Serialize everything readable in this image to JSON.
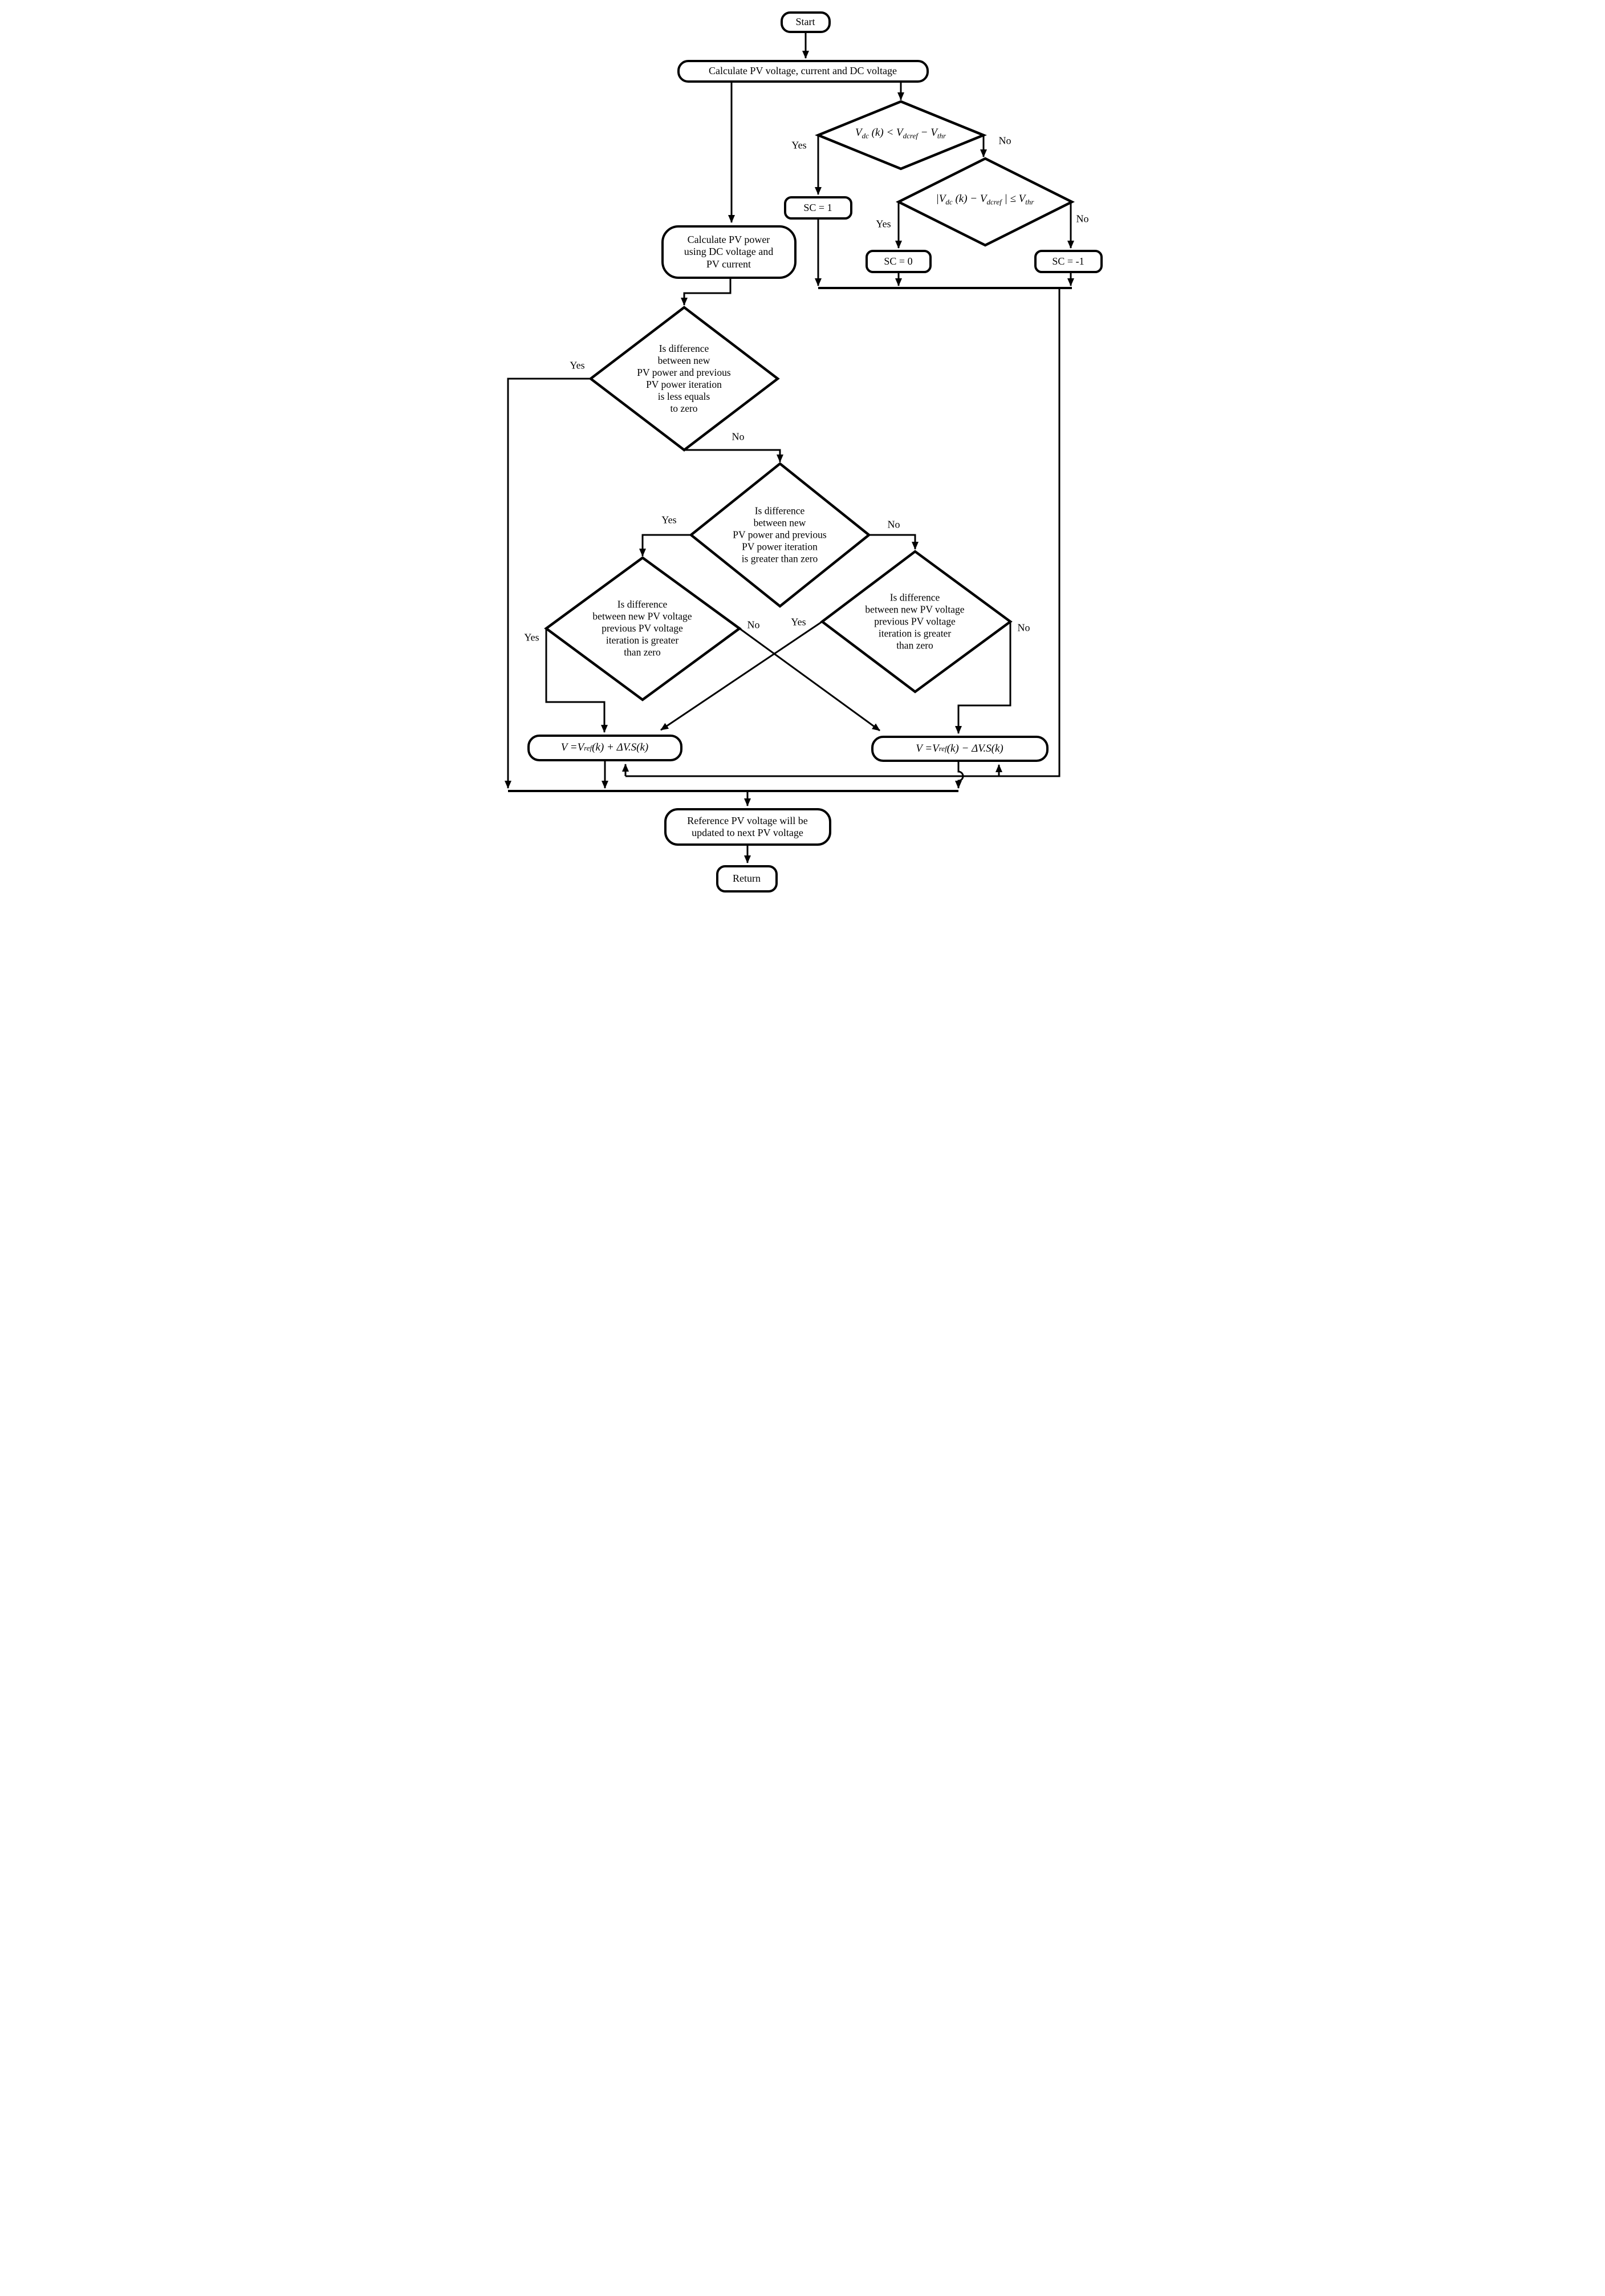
{
  "figure": {
    "background_color": "#ffffff",
    "line_color": "#000000",
    "type": "flowchart"
  },
  "nodes": {
    "start": {
      "label": "Start"
    },
    "calc_voltage": {
      "label": "Calculate PV voltage, current and DC voltage"
    },
    "decision_vdc_low": {
      "label_rich": [
        {
          "t": "V"
        },
        {
          "t": "dc",
          "sub": true
        },
        {
          "t": " (k) < "
        },
        {
          "t": "V"
        },
        {
          "t": "dcref",
          "sub": true
        },
        {
          "t": " − "
        },
        {
          "t": "V"
        },
        {
          "t": "thr",
          "sub": true
        }
      ]
    },
    "sc_1": {
      "label": "SC = 1"
    },
    "decision_vdc_near": {
      "label_rich": [
        {
          "t": "|"
        },
        {
          "t": "V"
        },
        {
          "t": "dc",
          "sub": true
        },
        {
          "t": " (k) − "
        },
        {
          "t": "V"
        },
        {
          "t": "dcref",
          "sub": true
        },
        {
          "t": " | ≤ "
        },
        {
          "t": "V"
        },
        {
          "t": "thr",
          "sub": true
        }
      ]
    },
    "sc_0": {
      "label": "SC = 0"
    },
    "sc_neg1": {
      "label": "SC = -1"
    },
    "calc_power": {
      "label": "Calculate PV power\nusing DC voltage and\nPV current"
    },
    "decision_power_le_zero": {
      "label": "Is difference\nbetween new\nPV power and previous\nPV power iteration\nis less equals\nto zero"
    },
    "decision_power_gt_zero": {
      "label": "Is difference\nbetween new\nPV power and previous\nPV power iteration\nis greater than zero"
    },
    "decision_voltage_left": {
      "label": "Is difference\nbetween new PV voltage\nprevious PV voltage\niteration is greater\nthan zero"
    },
    "decision_voltage_right": {
      "label": "Is difference\nbetween new PV voltage\nprevious PV voltage\niteration is greater\nthan zero"
    },
    "formula_plus": {
      "label_rich": [
        {
          "t": "V = "
        },
        {
          "t": "V"
        },
        {
          "t": "ref",
          "sub": true
        },
        {
          "t": " (k) + ΔV.S(k)"
        }
      ]
    },
    "formula_minus": {
      "label_rich": [
        {
          "t": "V = "
        },
        {
          "t": "V"
        },
        {
          "t": "ref",
          "sub": true
        },
        {
          "t": " (k) − ΔV.S(k)"
        }
      ]
    },
    "update_reference": {
      "label": "Reference PV voltage will be\nupdated to next PV voltage"
    },
    "return": {
      "label": "Return"
    }
  },
  "edge_labels": {
    "vdc_low_yes": "Yes",
    "vdc_low_no": "No",
    "vdc_near_yes": "Yes",
    "vdc_near_no": "No",
    "power_le_yes": "Yes",
    "power_le_no": "No",
    "power_gt_yes": "Yes",
    "power_gt_no": "No",
    "voltage_left_yes": "Yes",
    "voltage_left_no": "No",
    "voltage_right_yes": "Yes",
    "voltage_right_no": "No"
  }
}
